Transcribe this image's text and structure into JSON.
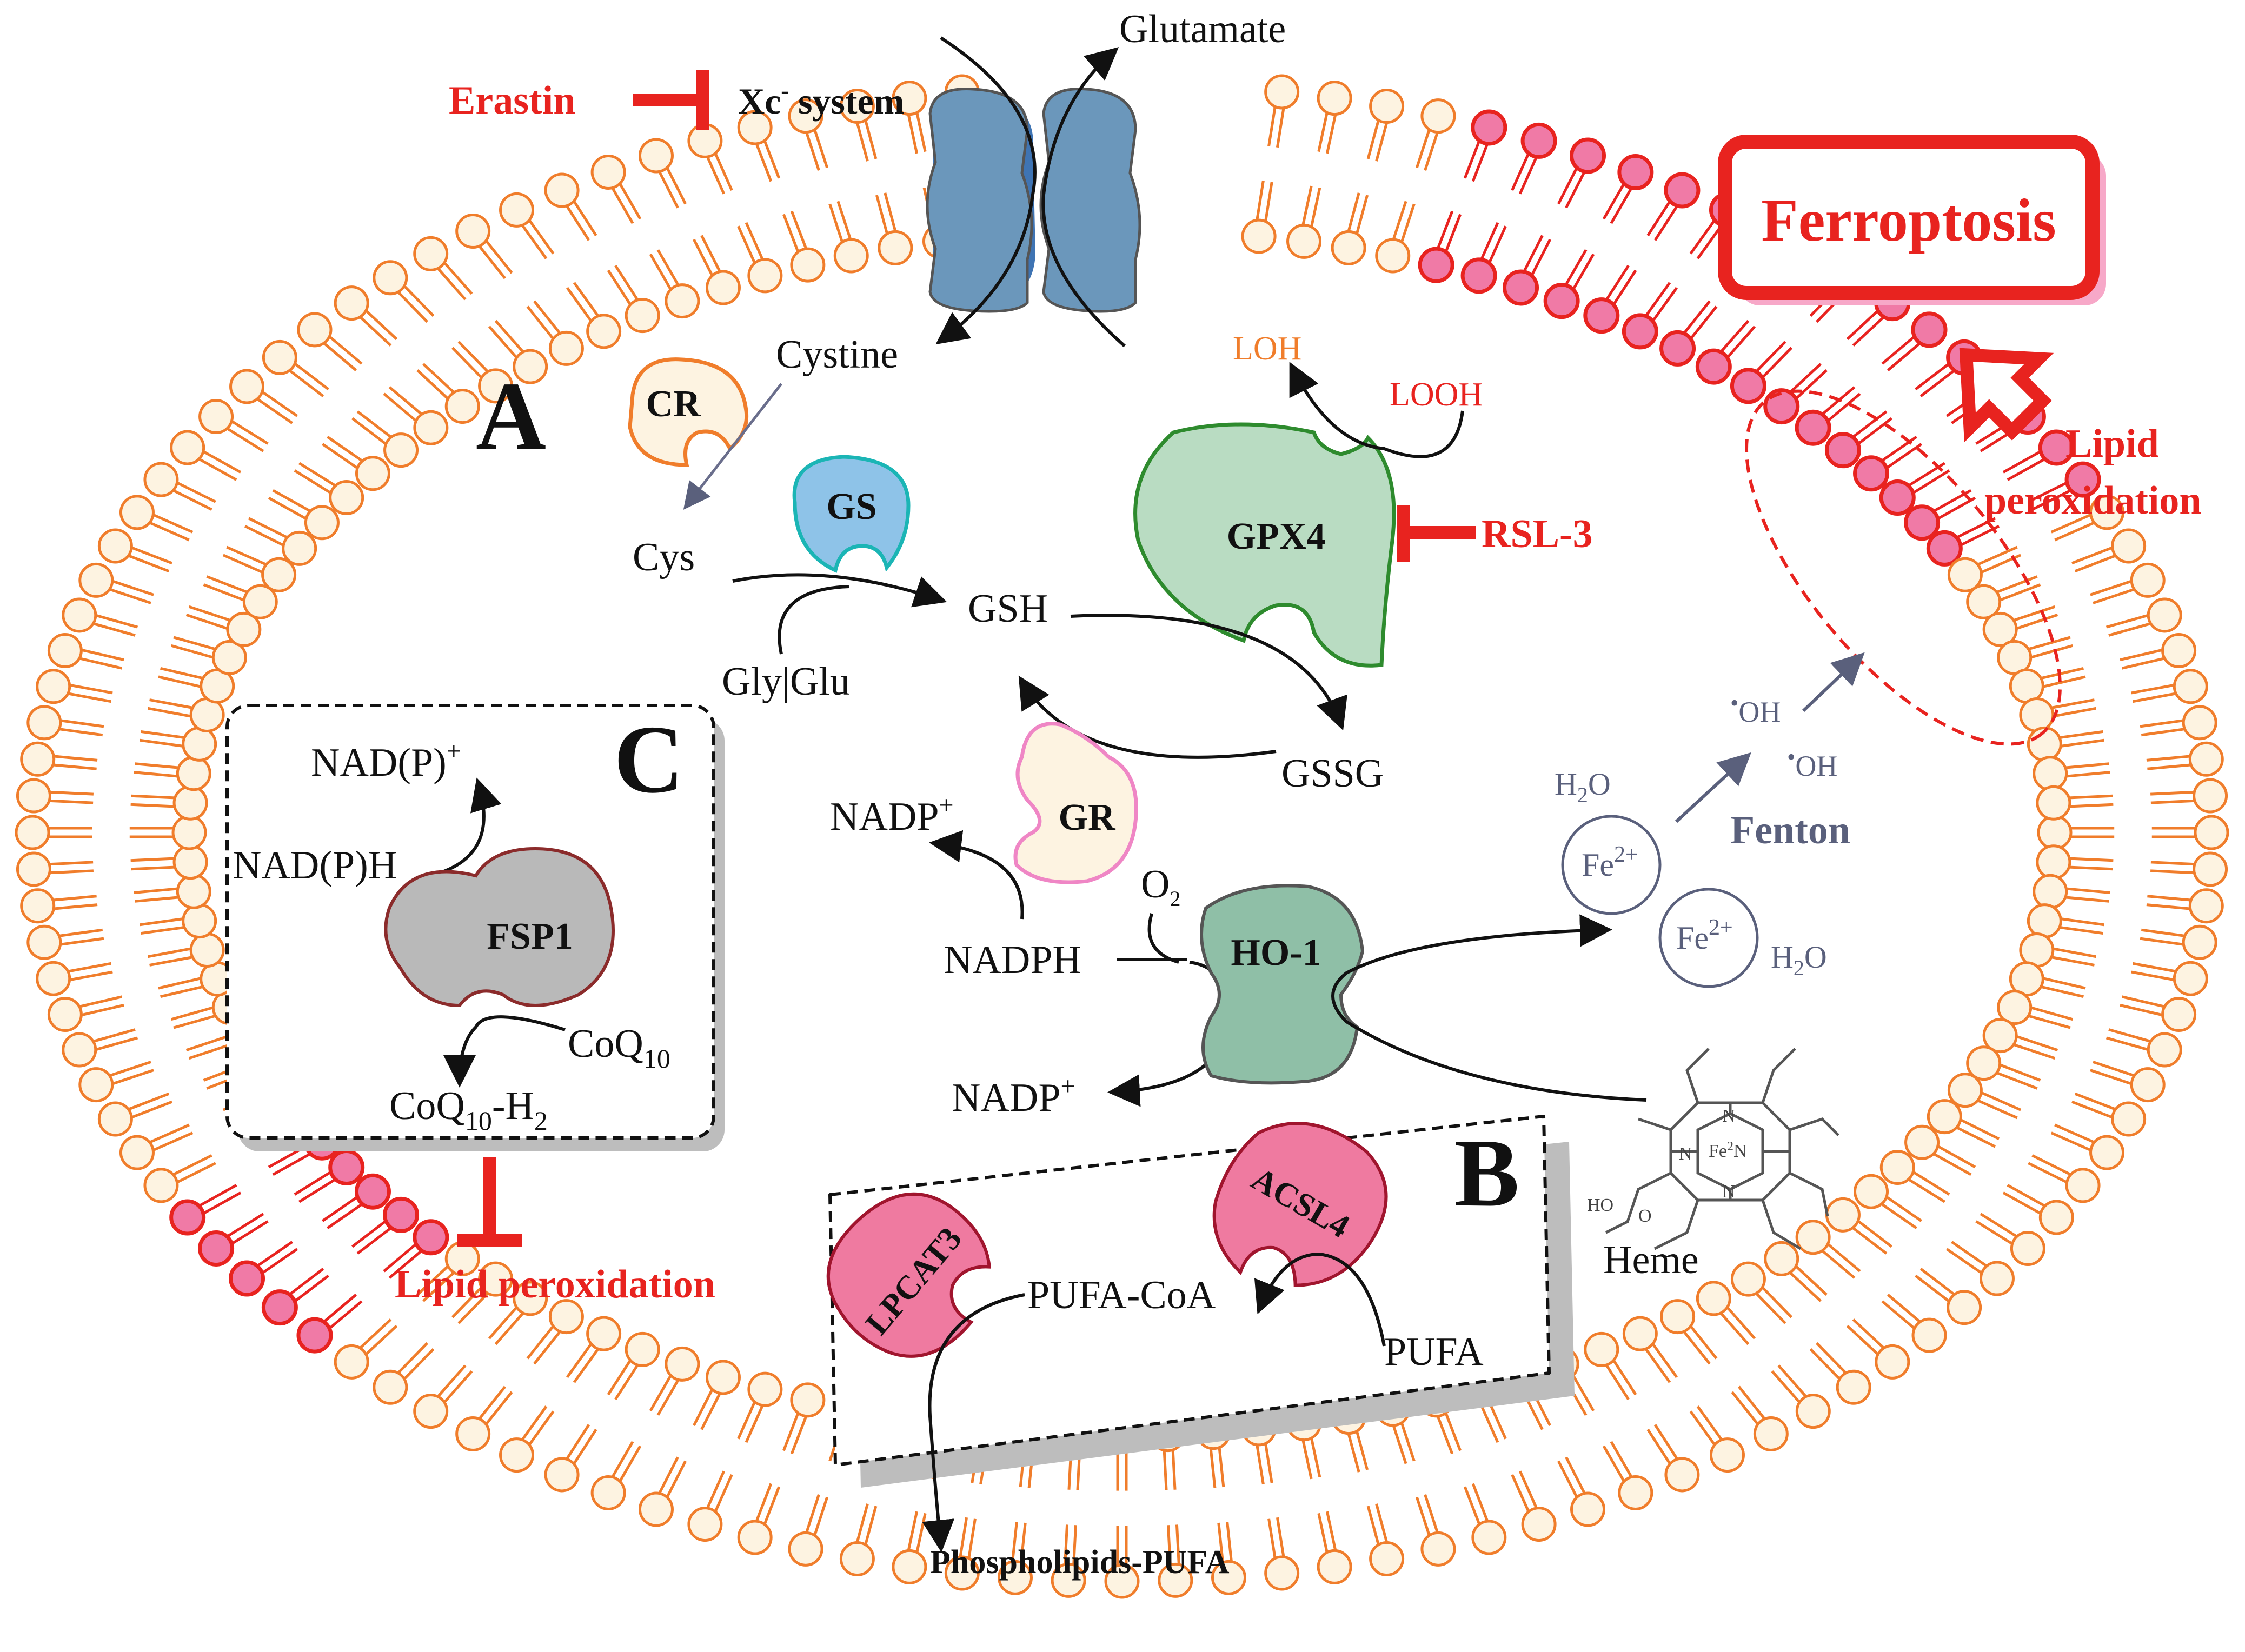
{
  "panels": {
    "a": "A",
    "b": "B",
    "c": "C"
  },
  "transport": {
    "glutamate": "Glutamate",
    "cystine": "Cystine",
    "xc_system": "Xc",
    "xc_superscript": "-",
    "xc_suffix": " system",
    "erastin": "Erastin"
  },
  "enzymes": {
    "cr": "CR",
    "gs": "GS",
    "gpx4": "GPX4",
    "gr": "GR",
    "ho1": "HO-1",
    "fsp1": "FSP1",
    "lpcat3": "LPCAT3",
    "acsl4": "ACSL4"
  },
  "metabolites": {
    "cys": "Cys",
    "gly_glu": "Gly|Glu",
    "gsh": "GSH",
    "gssg": "GSSG",
    "loh": "LOH",
    "looh": "LOOH",
    "rsl3": "RSL-3",
    "nadp_plus_1": "NADP",
    "nadp_plus_2": "NADP",
    "plus": "+",
    "nadph": "NADPH",
    "o2": "O",
    "o2_sub": "2",
    "heme": "Heme",
    "h2o2_a": "H",
    "h2o2_sub": "2",
    "h2o2_o": "O",
    "fe": "Fe",
    "fe_sup": "2+",
    "oh": "OH",
    "fenton": "Fenton",
    "pufa": "PUFA",
    "pufa_coa": "PUFA-CoA",
    "phospholipids_pufa": "Phospholipids-PUFA"
  },
  "panel_c": {
    "nadp_plus": "NAD(P)",
    "nadph": "NAD(P)H",
    "coq10": "CoQ",
    "coq10_sub": "10",
    "coq10h2": "CoQ",
    "coq10h2_suffix": "-H",
    "h2_sub": "2",
    "lipid_peroxidation": "Lipid peroxidation"
  },
  "outcome": {
    "ferroptosis": "Ferroptosis",
    "lipid_peroxidation_line1": "Lipid",
    "lipid_peroxidation_line2": "peroxidation"
  },
  "heme_structure": {
    "n1": "N",
    "n2": "N",
    "n3": "N",
    "n4": "N",
    "fe": "Fe",
    "fe_n": "2",
    "ho": "HO",
    "o": "O"
  },
  "colors": {
    "membrane": "#f07d2b",
    "membrane_fill": "#fdf3e1",
    "peroxidized": "#e8231f",
    "peroxidized_fill": "#f07aa6",
    "transporter": "#6b97bb",
    "gpx4": "#b9dcc2",
    "ho1": "#8fbfa7",
    "gs": "#8ec3e8",
    "fsp1": "#b9b9b9",
    "lpcat3": "#ef7aa0",
    "inhibitor": "#e8231f",
    "fenton": "#5a607c"
  }
}
